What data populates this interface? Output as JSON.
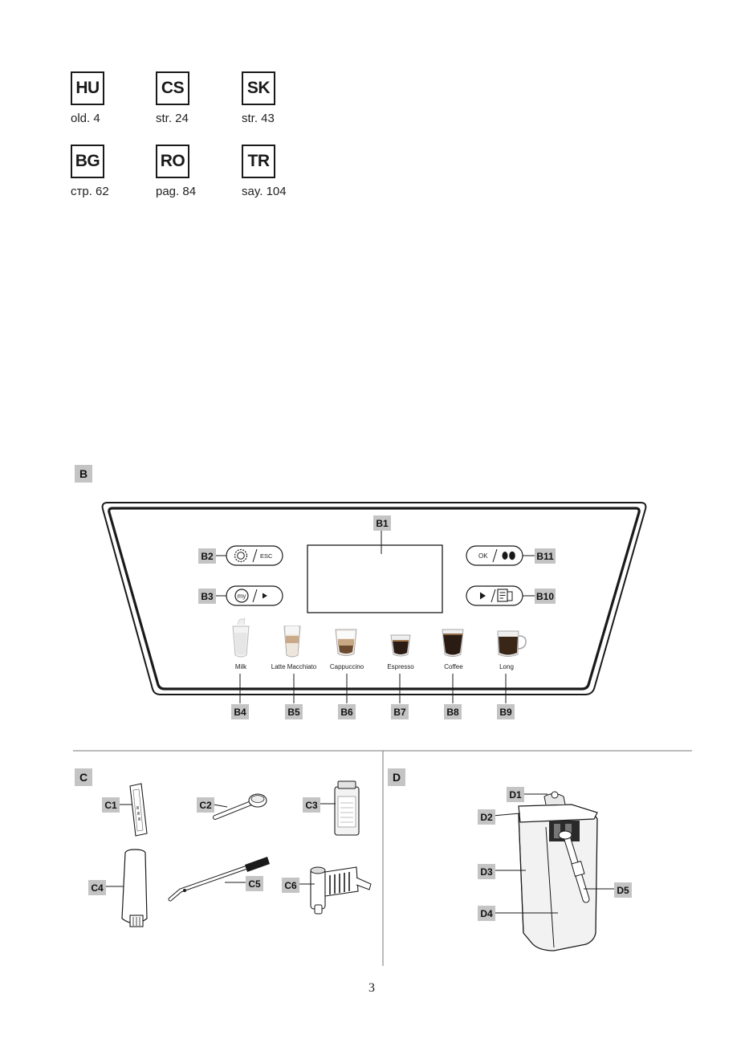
{
  "languages": [
    {
      "code": "HU",
      "page": "old. 4"
    },
    {
      "code": "CS",
      "page": "str. 24"
    },
    {
      "code": "SK",
      "page": "str. 43"
    },
    {
      "code": "BG",
      "page": "стр. 62"
    },
    {
      "code": "RO",
      "page": "pag. 84"
    },
    {
      "code": "TR",
      "page": "say. 104"
    }
  ],
  "section_b": {
    "label": "B",
    "callouts": {
      "b1": "B1",
      "b2": "B2",
      "b3": "B3",
      "b4": "B4",
      "b5": "B5",
      "b6": "B6",
      "b7": "B7",
      "b8": "B8",
      "b9": "B9",
      "b10": "B10",
      "b11": "B11"
    },
    "buttons": {
      "esc": "ESC",
      "my": "my",
      "ok": "OK"
    },
    "drinks": [
      "Milk",
      "Latte Macchiato",
      "Cappuccino",
      "Espresso",
      "Coffee",
      "Long"
    ]
  },
  "section_c": {
    "label": "C",
    "callouts": {
      "c1": "C1",
      "c2": "C2",
      "c3": "C3",
      "c4": "C4",
      "c5": "C5",
      "c6": "C6"
    }
  },
  "section_d": {
    "label": "D",
    "callouts": {
      "d1": "D1",
      "d2": "D2",
      "d3": "D3",
      "d4": "D4",
      "d5": "D5"
    }
  },
  "page_number": "3"
}
